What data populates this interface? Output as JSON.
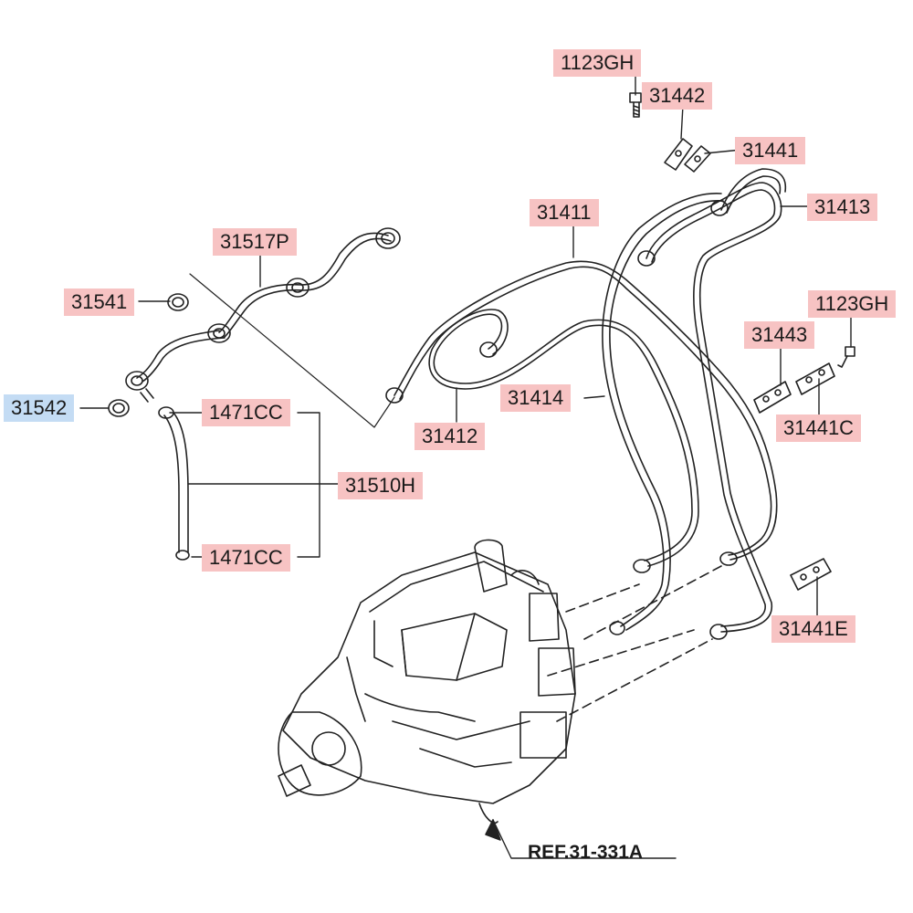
{
  "colors": {
    "label_bg": "#f7c3c3",
    "label_bg_selected": "#c4dcf4",
    "line": "#222222"
  },
  "labels": {
    "p1123gh_top": "1123GH",
    "p31442": "31442",
    "p31441": "31441",
    "p31413": "31413",
    "p31411": "31411",
    "p31517p": "31517P",
    "p31541": "31541",
    "p31542": "31542",
    "p1471cc_top": "1471CC",
    "p31510h": "31510H",
    "p1471cc_bottom": "1471CC",
    "p31414": "31414",
    "p31412": "31412",
    "p1123gh_right": "1123GH",
    "p31443": "31443",
    "p31441c": "31441C",
    "p31441e": "31441E",
    "ref": "REF.31-331A"
  }
}
